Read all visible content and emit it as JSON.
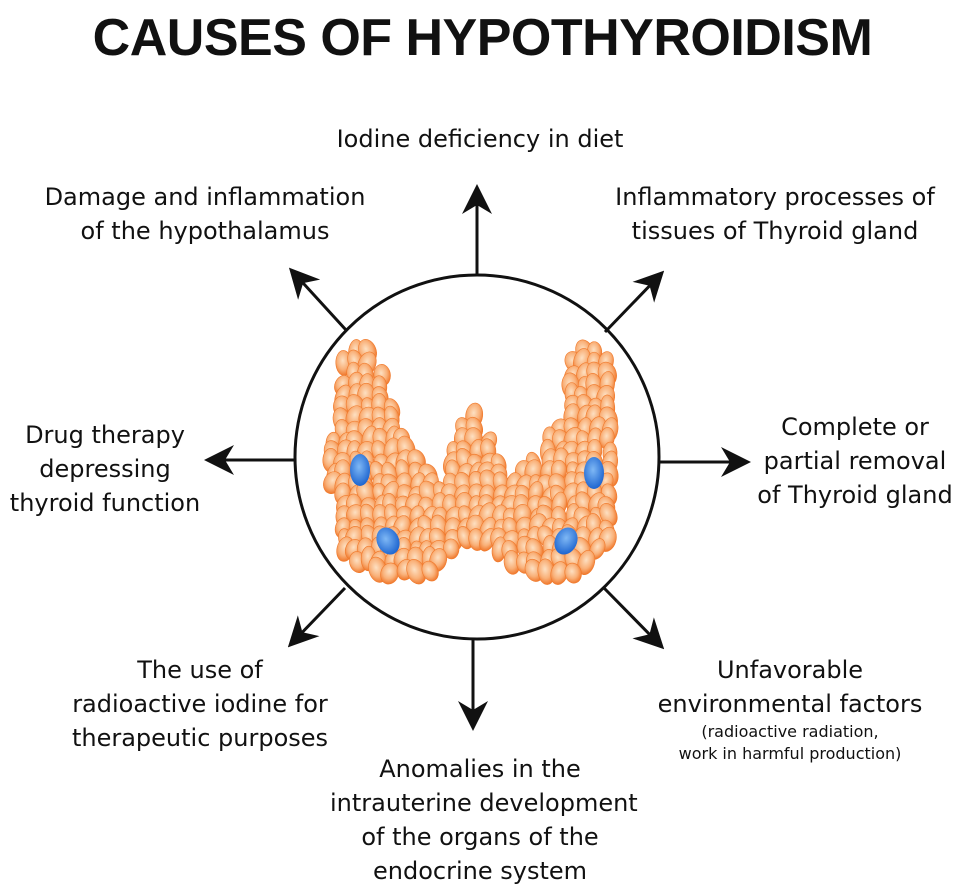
{
  "title": "CAUSES OF HYPOTHYROIDISM",
  "causes": {
    "top": [
      "Iodine deficiency in diet"
    ],
    "top_left": [
      "Damage and inflammation",
      "of the hypothalamus"
    ],
    "top_right": [
      "Inflammatory processes of",
      "tissues of Thyroid gland"
    ],
    "left": [
      "Drug therapy",
      "depressing",
      "thyroid function"
    ],
    "right": [
      "Complete or",
      "partial removal",
      "of  Thyroid gland"
    ],
    "bottom_left": [
      "The use of",
      "radioactive iodine for",
      "therapeutic purposes"
    ],
    "bottom": [
      "Anomalies in the",
      "intrauterine development",
      "of the organs of the",
      "endocrine system"
    ],
    "bottom_right": [
      "Unfavorable",
      "environmental factors"
    ],
    "bottom_right_note": [
      "(radioactive radiation,",
      "work in harmful production)"
    ]
  },
  "colors": {
    "gland": "#f5a05a",
    "gland_edge": "#f07a2c",
    "nodule": "#2f7fe0",
    "line": "#111111"
  }
}
